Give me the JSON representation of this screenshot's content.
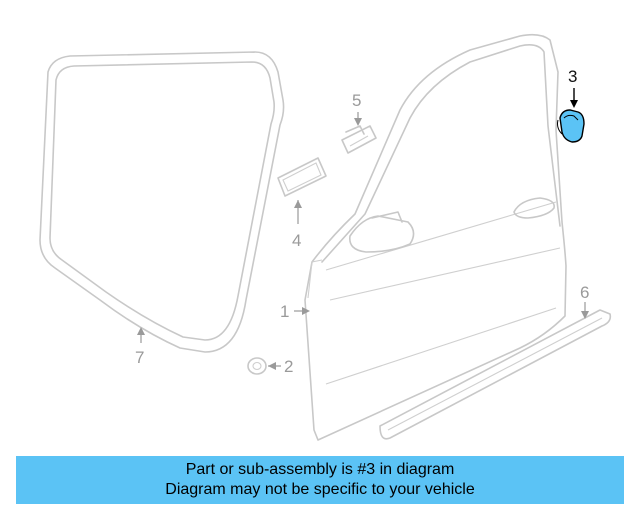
{
  "callouts": {
    "c1": "1",
    "c2": "2",
    "c3": "3",
    "c4": "4",
    "c5": "5",
    "c6": "6",
    "c7": "7"
  },
  "highlight": {
    "part": "3",
    "color": "#5bc3f5"
  },
  "caption": {
    "line1": "Part or sub-assembly is #3 in diagram",
    "line2": "Diagram may not be specific to your vehicle"
  }
}
